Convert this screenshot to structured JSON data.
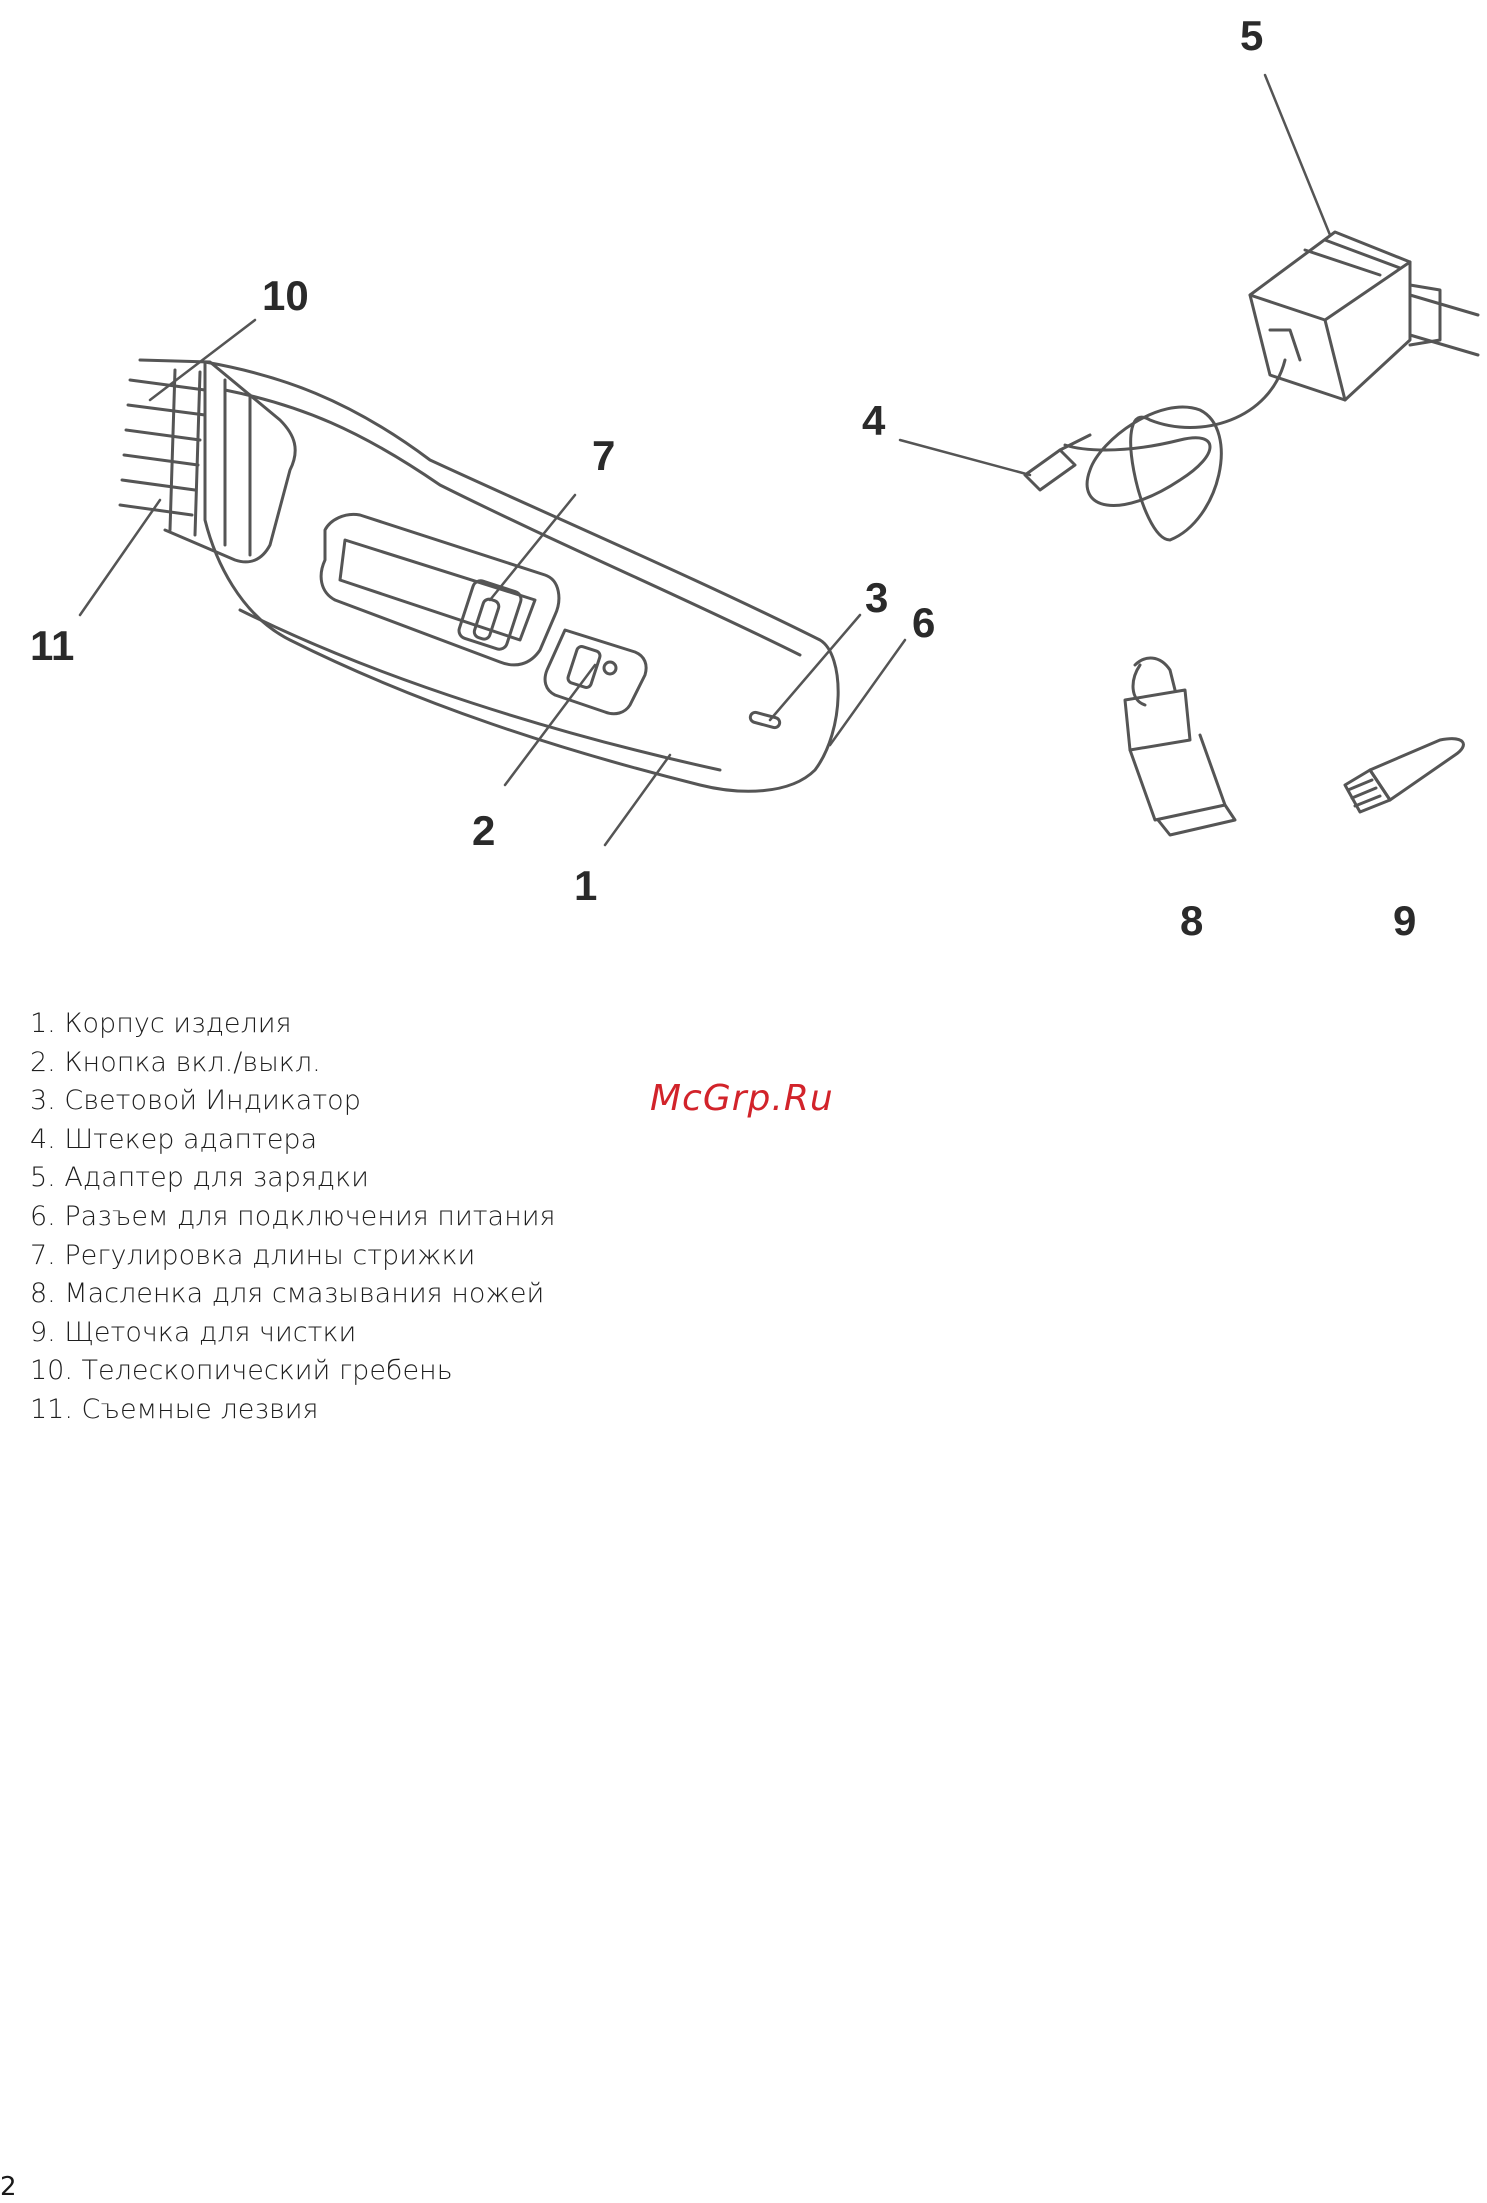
{
  "figure": {
    "callouts": [
      "1",
      "2",
      "3",
      "4",
      "5",
      "6",
      "7",
      "8",
      "9",
      "10",
      "11"
    ]
  },
  "parts_list": [
    "1. Корпус изделия",
    "2. Кнопка вкл./выкл.",
    "3. Световой Индикатор",
    "4. Штекер адаптера",
    "5. Адаптер для зарядки",
    "6. Разъем для подключения питания",
    "7. Регулировка длины стрижки",
    "8. Масленка для смазывания ножей",
    "9. Щеточка для чистки",
    "10. Телескопический гребень",
    "11. Съемные лезвия"
  ],
  "watermark": "McGrp.Ru",
  "page_number": "2",
  "colors": {
    "watermark": "#d2232a",
    "line_art": "#555555",
    "text": "#1f1f1f"
  }
}
